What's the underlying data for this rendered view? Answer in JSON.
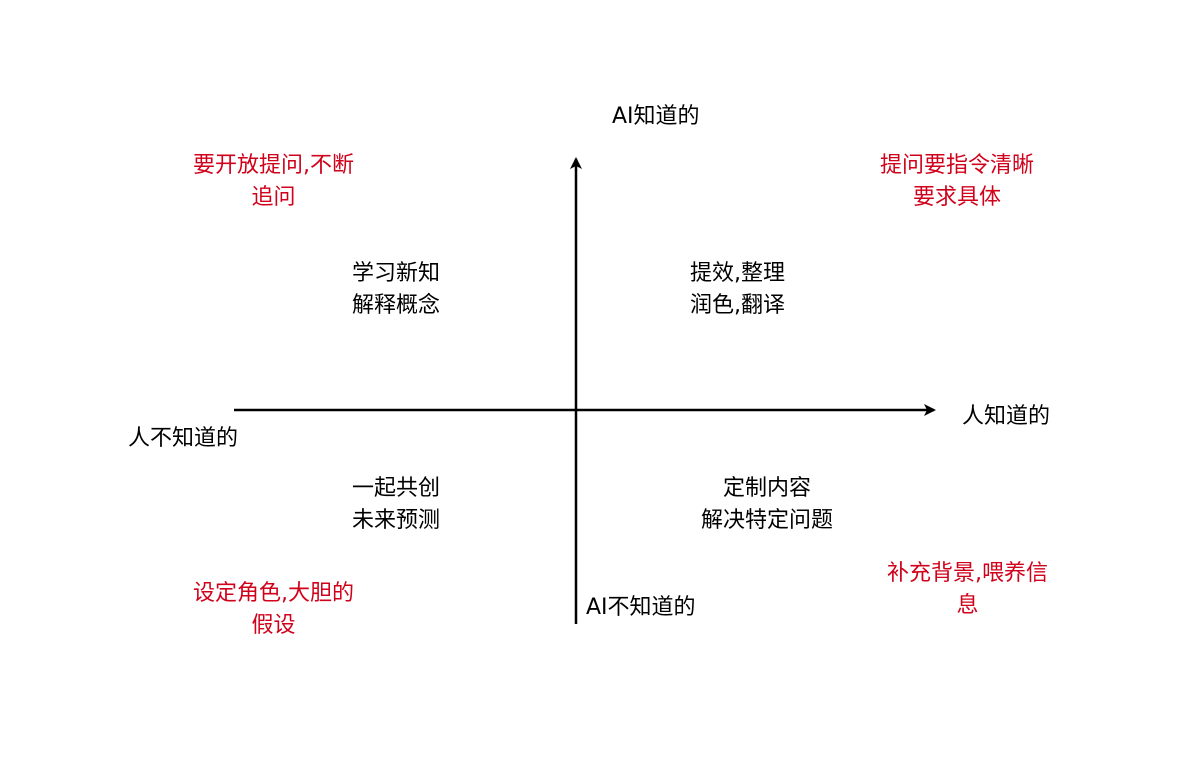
{
  "colors": {
    "axis": "#000000",
    "quadrant_text": "#000000",
    "tip_text": "#d0021b"
  },
  "axes": {
    "y_positive": "AI知道的",
    "y_negative": "AI不知道的",
    "x_positive": "人知道的",
    "x_negative": "人不知道的"
  },
  "quadrants": {
    "top_left": {
      "lines": [
        "学习新知",
        "解释概念"
      ]
    },
    "top_right": {
      "lines": [
        "提效,整理",
        "润色,翻译"
      ]
    },
    "bottom_left": {
      "lines": [
        "一起共创",
        "未来预测"
      ]
    },
    "bottom_right": {
      "lines": [
        "定制内容",
        "解决特定问题"
      ]
    }
  },
  "tips": {
    "top_left": {
      "lines": [
        "要开放提问,不断",
        "追问"
      ]
    },
    "top_right": {
      "lines": [
        "提问要指令清晰",
        "要求具体"
      ]
    },
    "bottom_left": {
      "lines": [
        "设定角色,大胆的",
        "假设"
      ]
    },
    "bottom_right": {
      "lines": [
        "补充背景,喂养信",
        "息"
      ]
    }
  }
}
